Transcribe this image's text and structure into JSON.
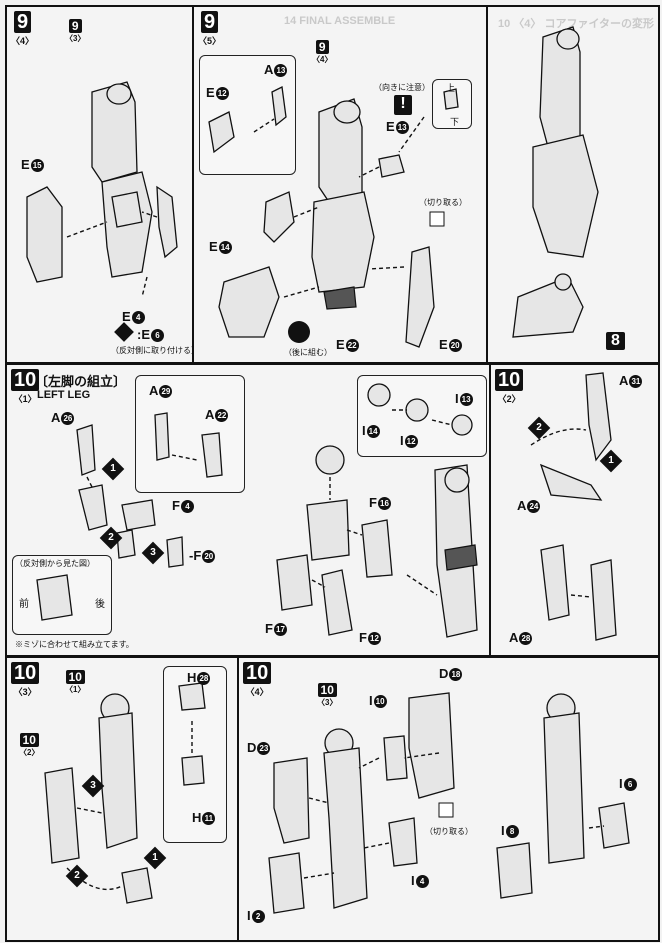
{
  "panels": {
    "p9_4": {
      "step": "9",
      "sub": "〈4〉",
      "labels": {
        "e15": "E",
        "e15n": "15",
        "e4": "E",
        "e4n": "4",
        "e6": ":E",
        "e6n": "6"
      },
      "note": "（反対側に取り付ける）"
    },
    "p9_5": {
      "step": "9",
      "sub": "〈5〉",
      "ref_n": "9",
      "ref_s": "〈4〉",
      "labels": {
        "a13": "A",
        "a13n": "13",
        "e12": "E",
        "e12n": "12",
        "e13": "E",
        "e13n": "13",
        "e14": "E",
        "e14n": "14",
        "e22": "E",
        "e22n": "22",
        "e20": "E",
        "e20n": "20"
      },
      "caution": "（向きに注意）",
      "warn": "!",
      "up": "上",
      "down": "下",
      "cut": "（切り取る）",
      "back": "（後に組む）"
    },
    "p9_6": {
      "ref": "8"
    },
    "p10_1": {
      "step": "10",
      "sub": "〈1〉",
      "title": "〔左脚の組立〕",
      "subtitle": "LEFT LEG",
      "labels": {
        "a26": "A",
        "a26n": "26",
        "a29": "A",
        "a29n": "29",
        "a22": "A",
        "a22n": "22",
        "f4": "F",
        "f4n": "4",
        "f20": "-F",
        "f20n": "20",
        "f16": "F",
        "f16n": "16",
        "f17": "F",
        "f17n": "17",
        "f12": "F",
        "f12n": "12",
        "i14": "I",
        "i14n": "14",
        "i12": "I",
        "i12n": "12",
        "i13": "I",
        "i13n": "13"
      },
      "side_view": "（反対側から見た図）",
      "front": "前",
      "rear": "後",
      "note": "※ミゾに合わせて組み立てます。",
      "steps": [
        "1",
        "2",
        "3"
      ]
    },
    "p10_2": {
      "step": "10",
      "sub": "〈2〉",
      "labels": {
        "a31": "A",
        "a31n": "31",
        "a24": "A",
        "a24n": "24",
        "a28": "A",
        "a28n": "28"
      },
      "steps": [
        "1",
        "2"
      ]
    },
    "p10_3": {
      "step": "10",
      "sub": "〈3〉",
      "ref1_n": "10",
      "ref1_s": "〈1〉",
      "ref2_n": "10",
      "ref2_s": "〈2〉",
      "labels": {
        "h28": "H",
        "h28n": "28",
        "h11": "H",
        "h11n": "11"
      },
      "steps": [
        "1",
        "2",
        "3"
      ]
    },
    "p10_4": {
      "step": "10",
      "sub": "〈4〉",
      "ref_n": "10",
      "ref_s": "〈3〉",
      "labels": {
        "d18": "D",
        "d18n": "18",
        "d23": "D",
        "d23n": "23",
        "i10": "I",
        "i10n": "10",
        "i4": "I",
        "i4n": "4",
        "i2": "I",
        "i2n": "2",
        "i8": "I",
        "i8n": "8",
        "i6": "I",
        "i6n": "6"
      },
      "cut": "（切り取る）"
    }
  }
}
